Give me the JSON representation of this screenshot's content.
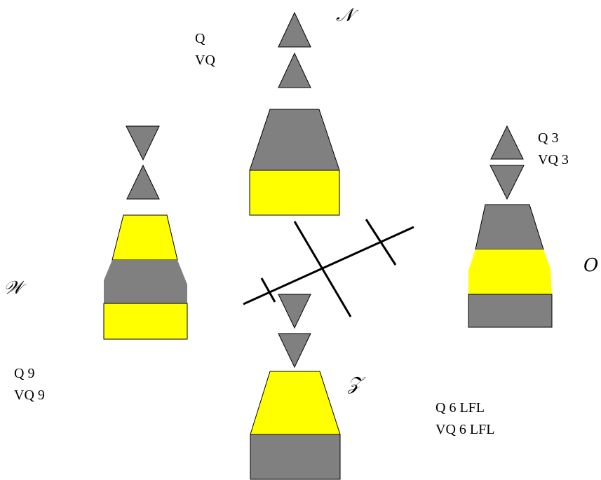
{
  "colors": {
    "gray": "#808080",
    "yellow": "#ffff00",
    "outline": "#000000",
    "background": "#ffffff"
  },
  "north": {
    "direction": "𝒩",
    "light_1": "Q",
    "light_2": "VQ"
  },
  "east": {
    "direction": "O",
    "light_1": "Q 3",
    "light_2": "VQ 3"
  },
  "south": {
    "direction": "𝒵",
    "light_1": "Q 6 LFL",
    "light_2": "VQ 6 LFL"
  },
  "west": {
    "direction": "𝒲",
    "light_1": "Q 9",
    "light_2": "VQ 9"
  }
}
